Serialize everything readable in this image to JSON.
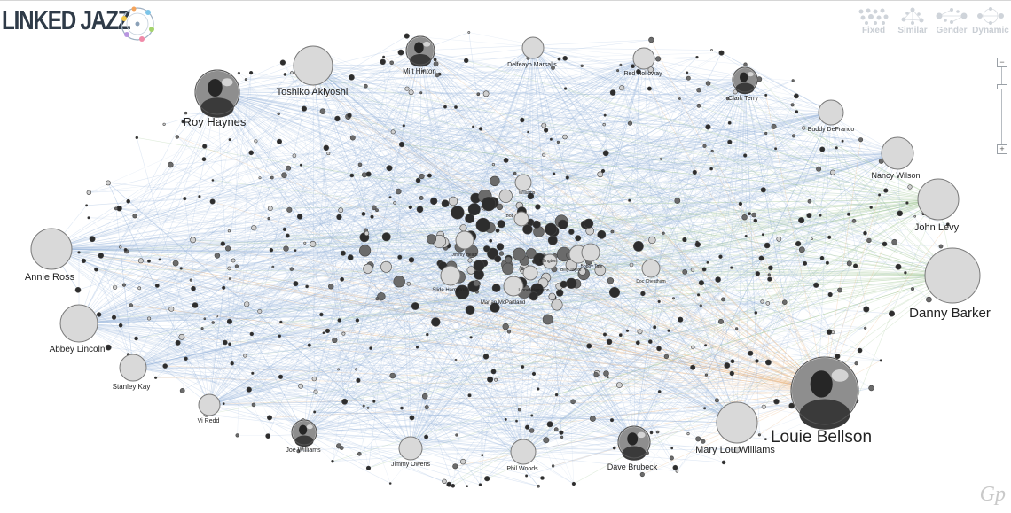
{
  "app": {
    "title": "LINKED JAZZ",
    "watermark": "Gp"
  },
  "modes": [
    {
      "label": "Fixed",
      "icon": "fixed-layout-icon"
    },
    {
      "label": "Similar",
      "icon": "similar-layout-icon"
    },
    {
      "label": "Gender",
      "icon": "gender-layout-icon"
    },
    {
      "label": "Dynamic",
      "icon": "dynamic-layout-icon"
    }
  ],
  "zoom": {
    "minus": "−",
    "plus": "+",
    "level": 0.25
  },
  "edge_colors": {
    "default": "#9db8dc",
    "green": "#9bc58e",
    "orange": "#e8b07a"
  },
  "nodes": [
    {
      "name": "Roy Haynes",
      "photo": true
    },
    {
      "name": "Toshiko Akiyoshi",
      "photo": false
    },
    {
      "name": "Milt Hinton",
      "photo": true
    },
    {
      "name": "Delfeayo Marsalis",
      "photo": false
    },
    {
      "name": "Red Holloway",
      "photo": false
    },
    {
      "name": "Clark Terry",
      "photo": true
    },
    {
      "name": "Buddy DeFranco",
      "photo": false
    },
    {
      "name": "Nancy Wilson",
      "photo": false
    },
    {
      "name": "John Levy",
      "photo": false
    },
    {
      "name": "Danny Barker",
      "photo": false
    },
    {
      "name": "Louie Bellson",
      "photo": true
    },
    {
      "name": "Mary Lou Williams",
      "photo": false
    },
    {
      "name": "Dave Brubeck",
      "photo": true
    },
    {
      "name": "Phil Woods",
      "photo": false
    },
    {
      "name": "Jimmy Owens",
      "photo": false
    },
    {
      "name": "Joe Williams",
      "photo": true
    },
    {
      "name": "Vi Redd",
      "photo": false
    },
    {
      "name": "Stanley Kay",
      "photo": false
    },
    {
      "name": "Abbey Lincoln",
      "photo": false
    },
    {
      "name": "Annie Ross",
      "photo": false
    },
    {
      "name": "Marian McPartland",
      "photo": false
    },
    {
      "name": "Slide Hampton",
      "photo": false
    },
    {
      "name": "Billy Taylor",
      "photo": false
    },
    {
      "name": "Doc Cheatham",
      "photo": false
    },
    {
      "name": "Jimmy Heath",
      "photo": false
    },
    {
      "name": "Bob",
      "photo": false
    },
    {
      "name": "Williams",
      "photo": false
    },
    {
      "name": "Bobby Tate",
      "photo": false
    },
    {
      "name": "Lionel Hampton",
      "photo": false
    },
    {
      "name": "Ellington",
      "photo": false
    }
  ]
}
